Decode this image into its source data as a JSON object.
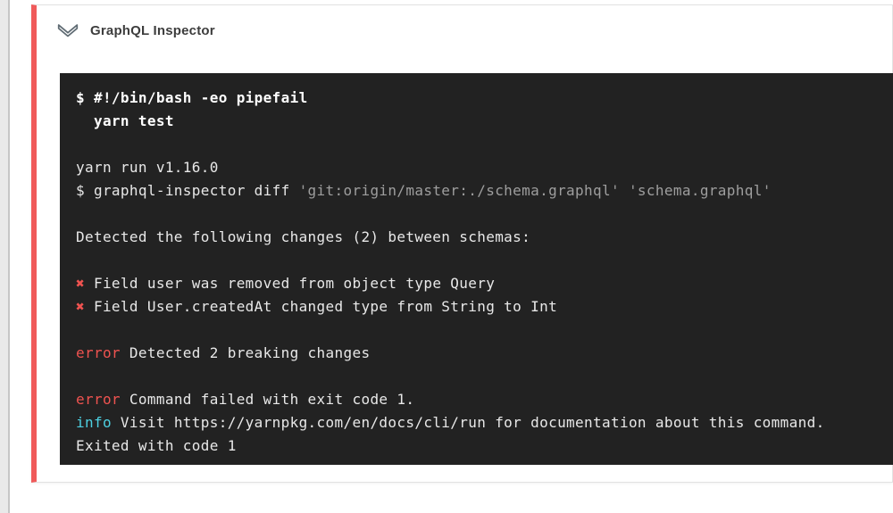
{
  "card": {
    "accent_color": "#f05a5a",
    "header": {
      "title": "GraphQL Inspector",
      "icon": "chevron-down-icon"
    }
  },
  "terminal": {
    "background": "#222222",
    "colors": {
      "plain": "#e8e8e8",
      "bold": "#ffffff",
      "red": "#ef5350",
      "cyan": "#4dd0e1",
      "gray": "#9e9e9e"
    },
    "lines": [
      {
        "segments": [
          {
            "text": "$ #!/bin/bash -eo pipefail",
            "style": "bold"
          }
        ]
      },
      {
        "segments": [
          {
            "text": "  yarn test",
            "style": "bold"
          }
        ]
      },
      {
        "segments": []
      },
      {
        "segments": [
          {
            "text": "yarn run v1.16.0",
            "style": "plain"
          }
        ]
      },
      {
        "segments": [
          {
            "text": "$ graphql-inspector diff ",
            "style": "plain"
          },
          {
            "text": "'git:origin/master:./schema.graphql'",
            "style": "gray"
          },
          {
            "text": " ",
            "style": "plain"
          },
          {
            "text": "'schema.graphql'",
            "style": "gray"
          }
        ]
      },
      {
        "segments": []
      },
      {
        "segments": [
          {
            "text": "Detected the following changes (2) between schemas:",
            "style": "plain"
          }
        ]
      },
      {
        "segments": []
      },
      {
        "segments": [
          {
            "text": "✖",
            "style": "red"
          },
          {
            "text": " Field user was removed from object type Query",
            "style": "plain"
          }
        ]
      },
      {
        "segments": [
          {
            "text": "✖",
            "style": "red"
          },
          {
            "text": " Field User.createdAt changed type from String to Int",
            "style": "plain"
          }
        ]
      },
      {
        "segments": []
      },
      {
        "segments": [
          {
            "text": "error",
            "style": "red"
          },
          {
            "text": " Detected 2 breaking changes",
            "style": "plain"
          }
        ]
      },
      {
        "segments": []
      },
      {
        "segments": [
          {
            "text": "error",
            "style": "red"
          },
          {
            "text": " Command failed with exit code 1.",
            "style": "plain"
          }
        ]
      },
      {
        "segments": [
          {
            "text": "info",
            "style": "cyan"
          },
          {
            "text": " Visit https://yarnpkg.com/en/docs/cli/run for documentation about this command.",
            "style": "plain"
          }
        ]
      },
      {
        "segments": [
          {
            "text": "Exited with code 1",
            "style": "plain"
          }
        ]
      }
    ]
  }
}
